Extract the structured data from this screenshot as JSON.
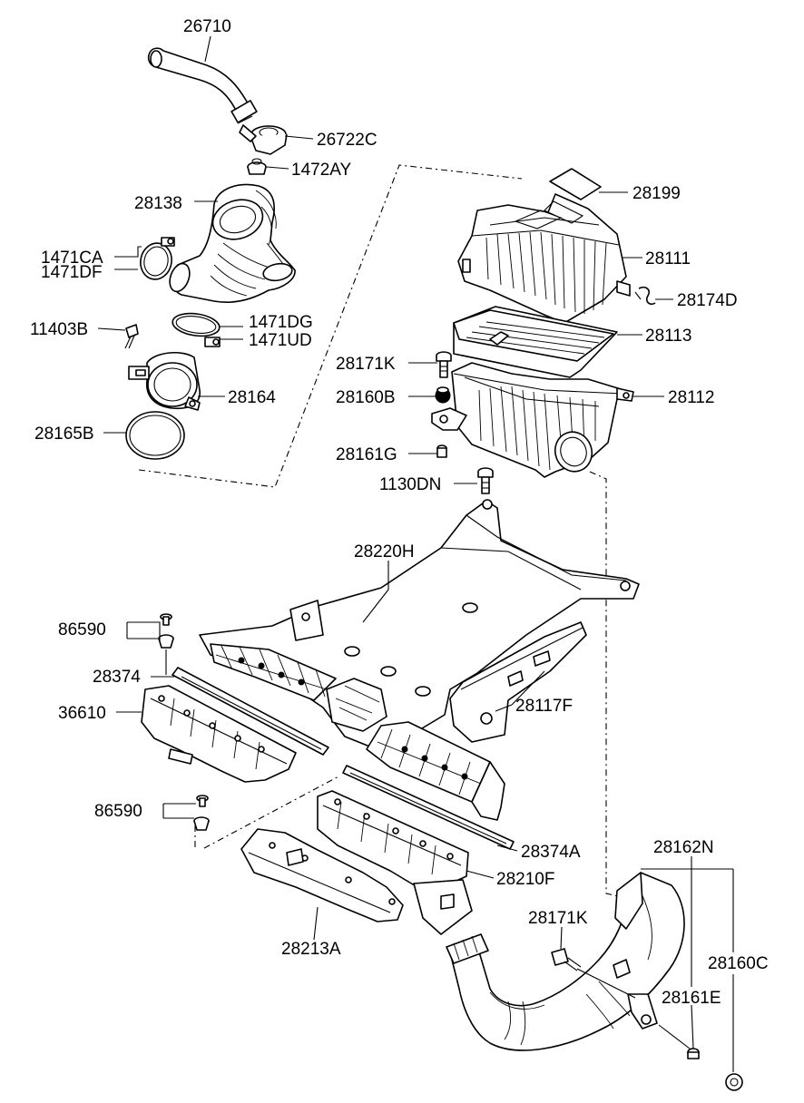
{
  "diagram": {
    "parts": [
      {
        "id": "p26710",
        "label": "26710"
      },
      {
        "id": "p26722C",
        "label": "26722C"
      },
      {
        "id": "p1472AY",
        "label": "1472AY"
      },
      {
        "id": "p28138",
        "label": "28138"
      },
      {
        "id": "p1471CA",
        "label": "1471CA"
      },
      {
        "id": "p1471DF",
        "label": "1471DF"
      },
      {
        "id": "p1471DG",
        "label": "1471DG"
      },
      {
        "id": "p1471UD",
        "label": "1471UD"
      },
      {
        "id": "p11403B",
        "label": "11403B"
      },
      {
        "id": "p28164",
        "label": "28164"
      },
      {
        "id": "p28165B",
        "label": "28165B"
      },
      {
        "id": "p28199",
        "label": "28199"
      },
      {
        "id": "p28111",
        "label": "28111"
      },
      {
        "id": "p28174D",
        "label": "28174D"
      },
      {
        "id": "p28113",
        "label": "28113"
      },
      {
        "id": "p28171K_top",
        "label": "28171K"
      },
      {
        "id": "p28112",
        "label": "28112"
      },
      {
        "id": "p28160B",
        "label": "28160B"
      },
      {
        "id": "p28161G",
        "label": "28161G"
      },
      {
        "id": "p1130DN",
        "label": "1130DN"
      },
      {
        "id": "p28220H",
        "label": "28220H"
      },
      {
        "id": "p86590_top",
        "label": "86590"
      },
      {
        "id": "p28374",
        "label": "28374"
      },
      {
        "id": "p36610",
        "label": "36610"
      },
      {
        "id": "p28117F",
        "label": "28117F"
      },
      {
        "id": "p86590_bottom",
        "label": "86590"
      },
      {
        "id": "p28374A",
        "label": "28374A"
      },
      {
        "id": "p28210F",
        "label": "28210F"
      },
      {
        "id": "p28213A",
        "label": "28213A"
      },
      {
        "id": "p28162N",
        "label": "28162N"
      },
      {
        "id": "p28171K_bottom",
        "label": "28171K"
      },
      {
        "id": "p28160C",
        "label": "28160C"
      },
      {
        "id": "p28161E",
        "label": "28161E"
      }
    ]
  }
}
